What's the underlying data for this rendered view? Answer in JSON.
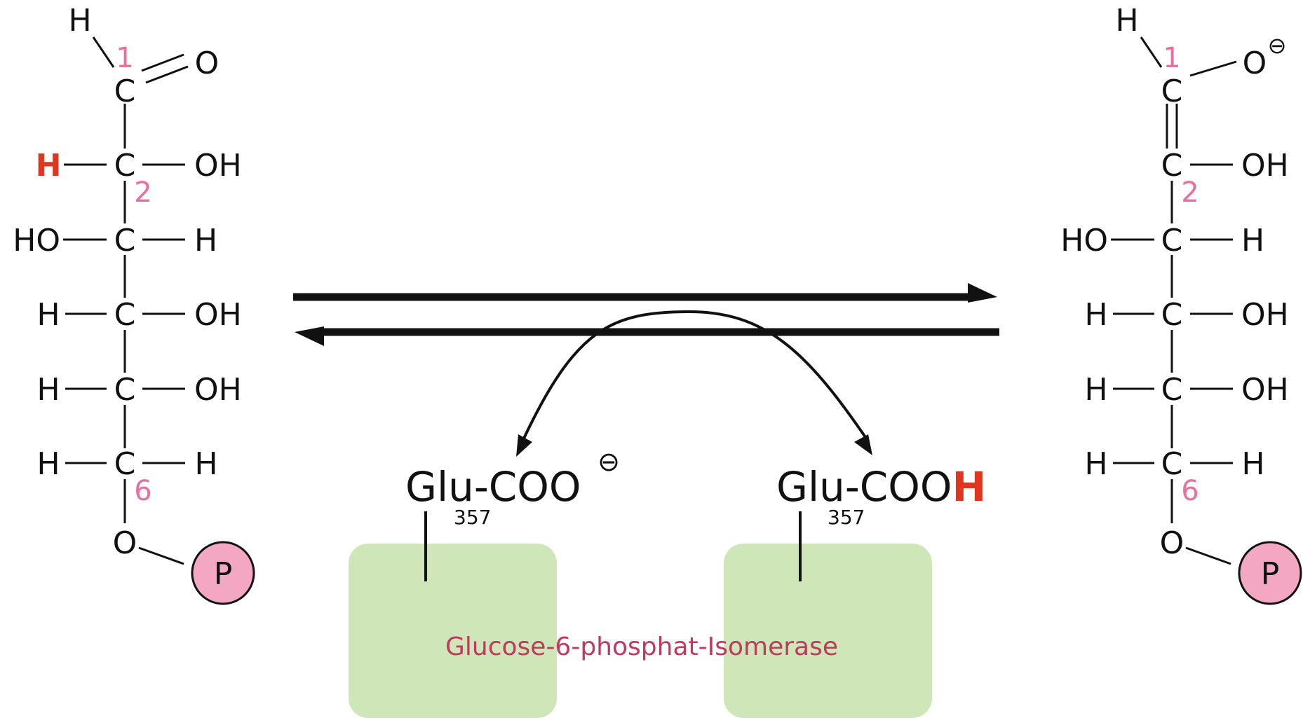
{
  "colors": {
    "highlight_red": "#e0351f",
    "carbon_number_pink": "#ea6fa1",
    "phosphate_fill": "#f3a7c3",
    "enzyme_block": "#cfe6b8",
    "enzyme_label": "#c0395e"
  },
  "left_molecule": {
    "c1_aldehyde_h": "H",
    "c1_carbon": "C",
    "c1_oxygen": "O",
    "c1_number": "1",
    "c2_h": "H",
    "c2_carbon": "C",
    "c2_oh": "OH",
    "c2_number": "2",
    "c3_ho": "HO",
    "c3_carbon": "C",
    "c3_h": "H",
    "c4_h": "H",
    "c4_carbon": "C",
    "c4_oh": "OH",
    "c5_h": "H",
    "c5_carbon": "C",
    "c5_oh": "OH",
    "c6_h_left": "H",
    "c6_carbon": "C",
    "c6_h_right": "H",
    "c6_number": "6",
    "ester_oxygen": "O",
    "phosphate": "P"
  },
  "right_molecule": {
    "c1_h": "H",
    "c1_carbon": "C",
    "c1_oxygen": "O",
    "c1_charge": "⊖",
    "c1_number": "1",
    "c2_carbon": "C",
    "c2_oh": "OH",
    "c2_number": "2",
    "c3_ho": "HO",
    "c3_carbon": "C",
    "c3_h": "H",
    "c4_h": "H",
    "c4_carbon": "C",
    "c4_oh": "OH",
    "c5_h": "H",
    "c5_carbon": "C",
    "c5_oh": "OH",
    "c6_h_left": "H",
    "c6_carbon": "C",
    "c6_h_right": "H",
    "c6_number": "6",
    "ester_oxygen": "O",
    "phosphate": "P"
  },
  "enzyme": {
    "left_residue_main": "Glu-COO",
    "left_residue_charge": "⊖",
    "left_residue_sub": "357",
    "right_residue_main": "Glu-COO",
    "right_residue_h": "H",
    "right_residue_sub": "357",
    "name": "Glucose-6-phosphat-Isomerase"
  }
}
